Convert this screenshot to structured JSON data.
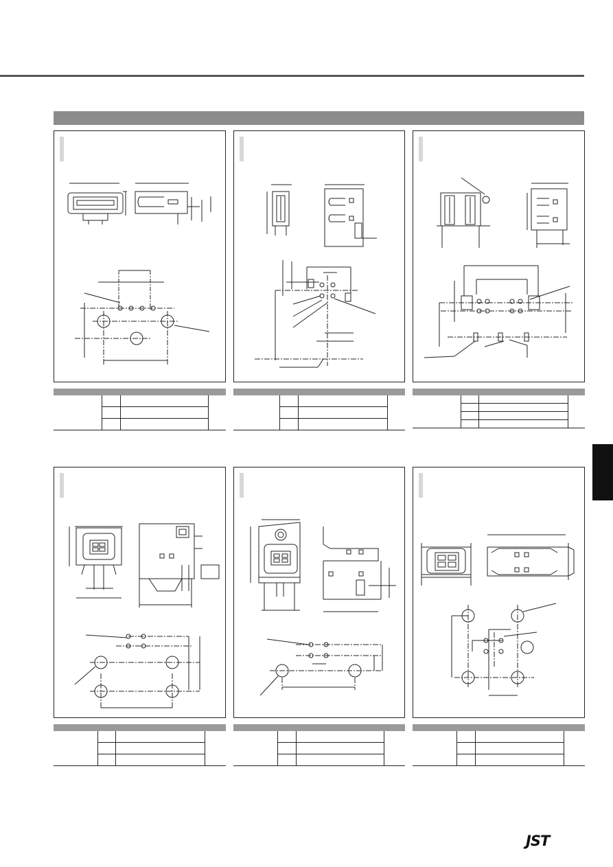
{
  "document": {
    "section_title": "",
    "brand_logo": "JST",
    "side_tab_label": ""
  },
  "panels": [
    {
      "title": "",
      "spec_rows": 3
    },
    {
      "title": "",
      "spec_rows": 3
    },
    {
      "title": "",
      "spec_rows": 4
    },
    {
      "title": "",
      "spec_rows": 3
    },
    {
      "title": "",
      "spec_rows": 3
    },
    {
      "title": "",
      "spec_rows": 3
    }
  ],
  "colors": {
    "section_bar": "#8c8c8c",
    "table_header": "#9a9a9a",
    "line": "#222222",
    "side_tab": "#111111"
  }
}
